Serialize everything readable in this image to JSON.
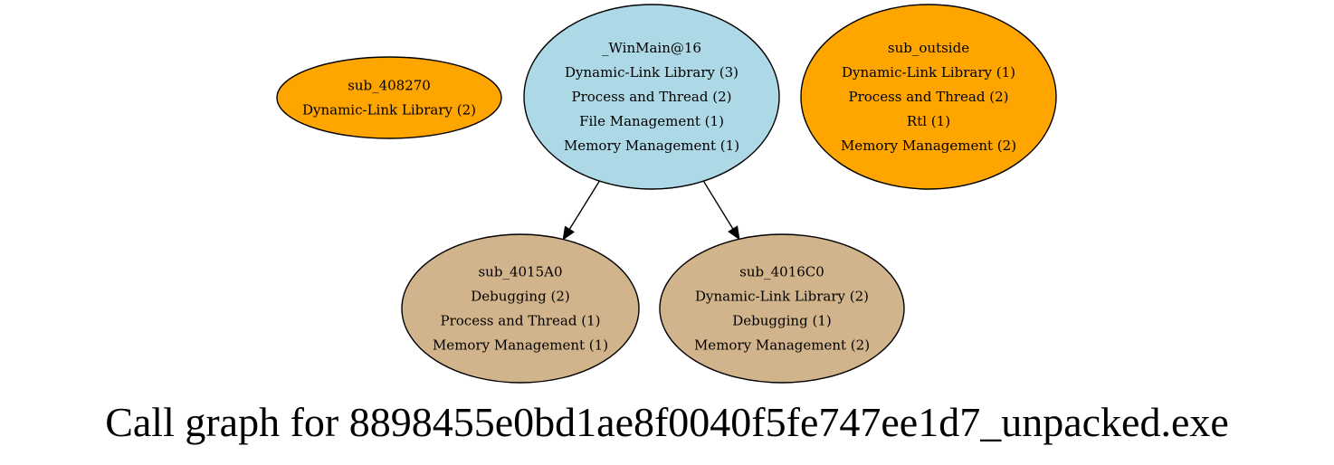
{
  "graph": {
    "title": "Call graph for 8898455e0bd1ae8f0040f5fe747ee1d7_unpacked.exe",
    "colors": {
      "entry": "#add8e6",
      "orphan": "#ffa500",
      "callee": "#d2b48c"
    },
    "nodes": [
      {
        "id": "sub_408270",
        "lines": [
          "sub_408270",
          "Dynamic-Link Library (2)"
        ],
        "color": "#ffa500"
      },
      {
        "id": "_WinMain@16",
        "lines": [
          "_WinMain@16",
          "Dynamic-Link Library (3)",
          "Process and Thread (2)",
          "File Management (1)",
          "Memory Management (1)"
        ],
        "color": "#add8e6"
      },
      {
        "id": "sub_outside",
        "lines": [
          "sub_outside",
          "Dynamic-Link Library (1)",
          "Process and Thread (2)",
          "Rtl (1)",
          "Memory Management (2)"
        ],
        "color": "#ffa500"
      },
      {
        "id": "sub_4015A0",
        "lines": [
          "sub_4015A0",
          "Debugging (2)",
          "Process and Thread (1)",
          "Memory Management (1)"
        ],
        "color": "#d2b48c"
      },
      {
        "id": "sub_4016C0",
        "lines": [
          "sub_4016C0",
          "Dynamic-Link Library (2)",
          "Debugging (1)",
          "Memory Management (2)"
        ],
        "color": "#d2b48c"
      }
    ],
    "edges": [
      {
        "from": "_WinMain@16",
        "to": "sub_4015A0"
      },
      {
        "from": "_WinMain@16",
        "to": "sub_4016C0"
      }
    ]
  }
}
